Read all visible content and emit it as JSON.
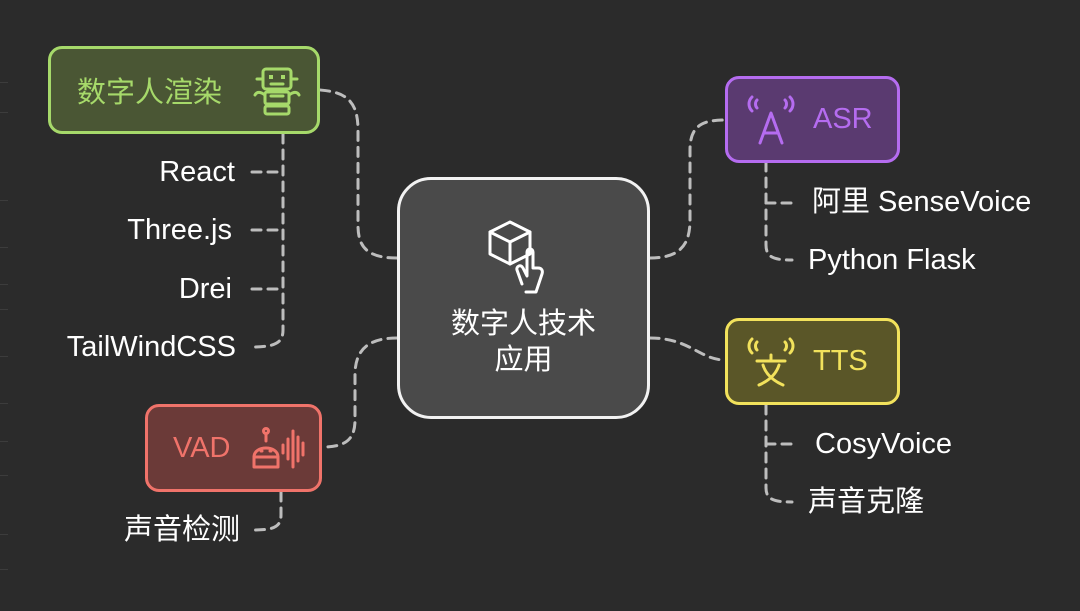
{
  "center": {
    "line1": "数字人技术",
    "line2": "应用",
    "icon": "cube-hand-icon"
  },
  "branches": {
    "render": {
      "label": "数字人渲染",
      "icon": "robot-icon",
      "color": "#a6d96a",
      "items": [
        "React",
        "Three.js",
        "Drei",
        "TailWindCSS"
      ]
    },
    "asr": {
      "label": "ASR",
      "icon": "speech-recognition-icon",
      "color": "#b56cf0",
      "items": [
        "阿里 SenseVoice",
        "Python Flask"
      ]
    },
    "tts": {
      "label": "TTS",
      "icon": "text-to-speech-icon",
      "color": "#f2e25c",
      "items": [
        "CosyVoice",
        "声音克隆"
      ]
    },
    "vad": {
      "label": "VAD",
      "icon": "robot-soundwave-icon",
      "color": "#f0736a",
      "items": [
        "声音检测"
      ]
    }
  },
  "colors": {
    "background": "#2b2b2b",
    "connector": "#bdbdbd",
    "center_fill": "#4a4a4a",
    "center_border": "#f2f2f2"
  }
}
